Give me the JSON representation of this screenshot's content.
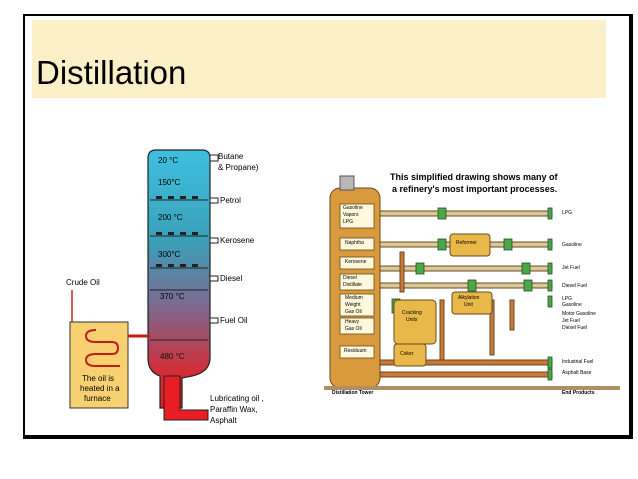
{
  "slide": {
    "title": "Distillation"
  },
  "column_diagram": {
    "temperatures": [
      "20 °C",
      "150°C",
      "200 °C",
      "300°C",
      "370 °C",
      "480 °C"
    ],
    "products": [
      "Butane",
      "& Propane)",
      "Petrol",
      "Kerosene",
      "Diesel",
      "Fuel Oil"
    ],
    "residue": [
      "Lubricating oil ,",
      "Paraffin Wax,",
      "Asphalt"
    ],
    "feed": "Crude Oil",
    "furnace": [
      "The oil is",
      "heated in a",
      "furnace"
    ]
  },
  "refinery_diagram": {
    "caption": [
      "This simplified drawing shows many of",
      "a refinery's most important processes."
    ],
    "tower_labels": [
      "Gasoline",
      "Vapors",
      "LPG",
      "Naphtha",
      "Kerosene",
      "Diesel",
      "Distillate",
      "Medium",
      "Weight",
      "Gas Oil",
      "Heavy",
      "Gas Oil",
      "Residuum"
    ],
    "units": [
      "Reformer",
      "Alkylation",
      "Unit",
      "Cracking",
      "Units",
      "Coker"
    ],
    "outputs": [
      "LPG",
      "Gasoline",
      "Jet Fuel",
      "Diesel Fuel",
      "LPG",
      "Gasoline",
      "Motor Gasoline",
      "Jet Fuel",
      "Diesel Fuel",
      "Industrial Fuel",
      "Asphalt Base"
    ],
    "footer_left": "Distillation Tower",
    "footer_right": "End Products"
  }
}
